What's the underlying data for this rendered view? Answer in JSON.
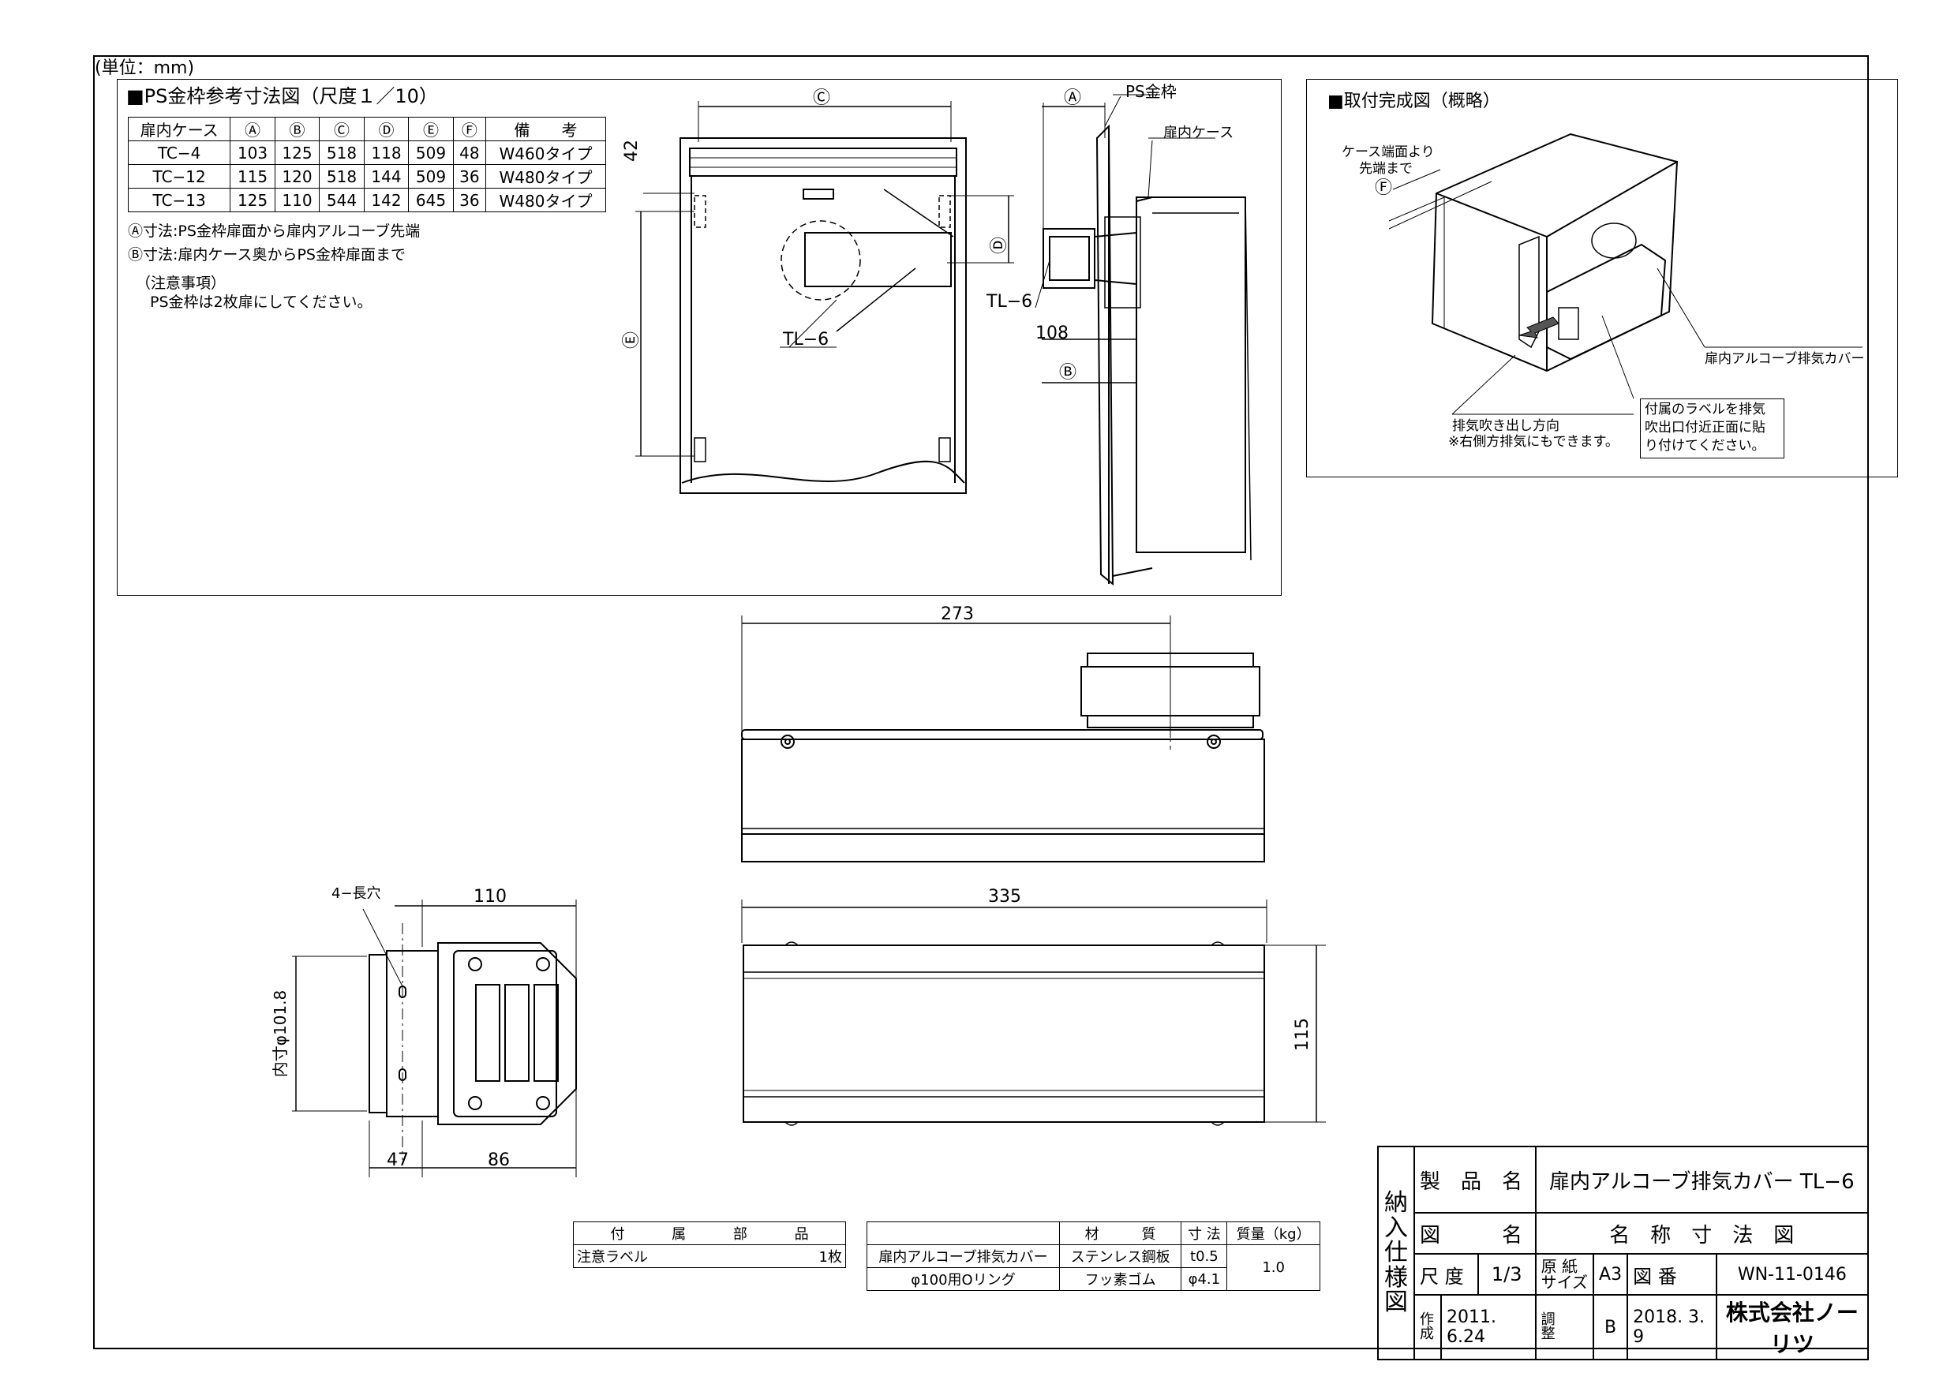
{
  "unit_label": "(単位：mm)",
  "ps_section": {
    "title": "■PS金枠参考寸法図（尺度１／10）",
    "table": {
      "headers": [
        "扉内ケース",
        "Ⓐ",
        "Ⓑ",
        "Ⓒ",
        "Ⓓ",
        "Ⓔ",
        "Ⓕ",
        "備　　考"
      ],
      "rows": [
        [
          "TC−4",
          "103",
          "125",
          "518",
          "118",
          "509",
          "48",
          "W460タイプ"
        ],
        [
          "TC−12",
          "115",
          "120",
          "518",
          "144",
          "509",
          "36",
          "W480タイプ"
        ],
        [
          "TC−13",
          "125",
          "110",
          "544",
          "142",
          "645",
          "36",
          "W480タイプ"
        ]
      ]
    },
    "notes": [
      "Ⓐ寸法:PS金枠扉面から扉内アルコーブ先端",
      "Ⓑ寸法:扉内ケース奥からPS金枠扉面まで"
    ],
    "caution_title": "（注意事項）",
    "caution_text": "PS金枠は2枚扉にしてください。",
    "front_view": {
      "dim_c": "Ⓒ",
      "dim_42": "42",
      "dim_d": "Ⓓ",
      "dim_e": "Ⓔ",
      "label_tl6": "TL−6"
    },
    "side_view": {
      "dim_a": "Ⓐ",
      "label_ps": "PS金枠",
      "label_case": "扉内ケース",
      "label_tl6": "TL−6",
      "dim_108": "108",
      "dim_b": "Ⓑ"
    }
  },
  "install_section": {
    "title": "■取付完成図（概略）",
    "label_case_end_1": "ケース端面より",
    "label_case_end_2": "先端まで",
    "dim_f": "Ⓕ",
    "label_cover": "扉内アルコーブ排気カバー",
    "label_exhaust_1": "排気吹き出し方向",
    "label_exhaust_2": "※右側方排気にもできます。",
    "label_sticker_1": "付属のラベルを排気",
    "label_sticker_2": "吹出口付近正面に貼",
    "label_sticker_3": "り付けてください。"
  },
  "main_drawing": {
    "dim_273": "273",
    "dim_335": "335",
    "dim_115": "115",
    "dim_110": "110",
    "dim_47": "47",
    "dim_86": "86",
    "label_slots": "4−長穴",
    "label_inner_dia": "内寸φ101.8"
  },
  "accessories": {
    "header": [
      "付",
      "属",
      "部",
      "品"
    ],
    "item": "注意ラベル",
    "qty": "1枚"
  },
  "materials": {
    "headers": {
      "material": "材　　　質",
      "dim": "寸 法",
      "mass": "質量（kg）"
    },
    "rows": [
      {
        "name": "扉内アルコーブ排気カバー",
        "material": "ステンレス鋼板",
        "dim": "t0.5"
      },
      {
        "name": "φ100用Oリング",
        "material": "フッ素ゴム",
        "dim": "φ4.1"
      }
    ],
    "mass": "1.0"
  },
  "title_block": {
    "side_label": [
      "納",
      "入",
      "仕",
      "様",
      "図"
    ],
    "product_name_label": "製　品　名",
    "product_name": "扉内アルコーブ排気カバー TL−6",
    "drawing_name_label": "図　　　名",
    "drawing_name": "名　称　寸　法　図",
    "scale_label": "尺 度",
    "scale": "1/3",
    "paper_label": "原 紙\nサイズ",
    "paper": "A3",
    "drawing_no_label": "図 番",
    "drawing_no": "WN-11-0146",
    "created_label": "作\n成",
    "created": "2011. 6.24",
    "revised_label": "調\n整",
    "revision": "B",
    "revised": "2018. 3. 9",
    "company": "株式会社ノーリツ"
  }
}
